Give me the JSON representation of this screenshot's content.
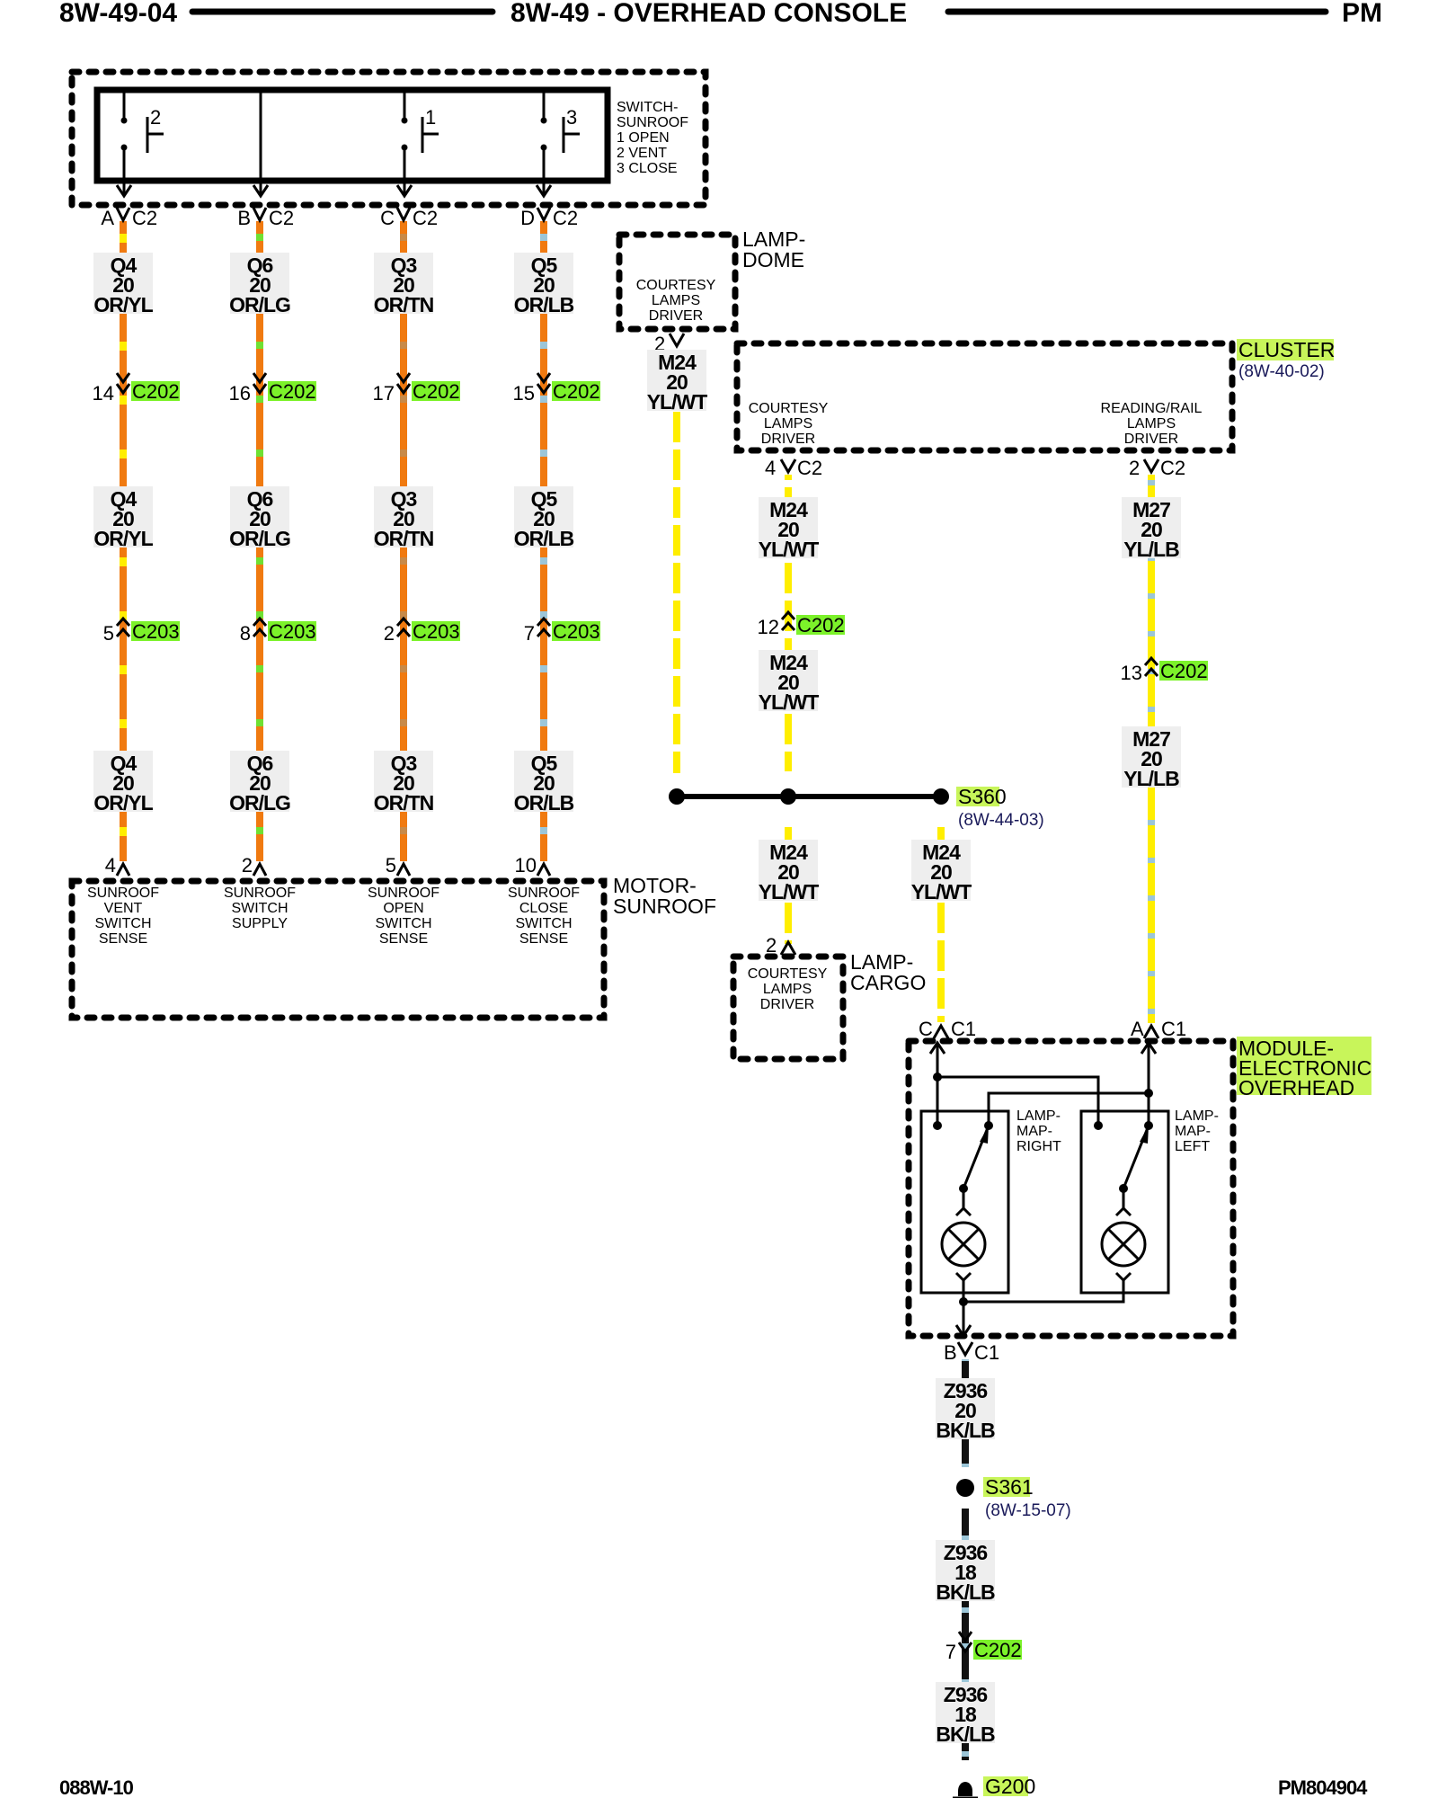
{
  "header": {
    "left": "8W-49-04",
    "center": "8W-49 - OVERHEAD CONSOLE",
    "right": "PM"
  },
  "footer": {
    "left": "088W-10",
    "right": "PM804904"
  },
  "colors": {
    "connector_highlight": "#7cf22a",
    "splice_highlight": "#c8f55a",
    "ref_text": "#1a1a5a",
    "wire_orange": "#f07a10",
    "wire_yellow": "#ffee00",
    "label_bg": "#eeeeee"
  },
  "switch_sunroof": {
    "name_lines": [
      "SWITCH-",
      "SUNROOF",
      "1 OPEN",
      "2 VENT",
      "3 CLOSE"
    ],
    "contacts": [
      "2",
      "1",
      "3"
    ],
    "pins": [
      {
        "cavity": "A",
        "connector": "C2"
      },
      {
        "cavity": "B",
        "connector": "C2"
      },
      {
        "cavity": "C",
        "connector": "C2"
      },
      {
        "cavity": "D",
        "connector": "C2"
      }
    ]
  },
  "sunroof_circuits": [
    {
      "circuit": "Q4",
      "gauge": "20",
      "color": "OR/YL",
      "c202_pin": "14",
      "c203_pin": "5",
      "motor_pin": "4",
      "motor_func": [
        "SUNROOF",
        "VENT",
        "SWITCH",
        "SENSE"
      ]
    },
    {
      "circuit": "Q6",
      "gauge": "20",
      "color": "OR/LG",
      "c202_pin": "16",
      "c203_pin": "8",
      "motor_pin": "2",
      "motor_func": [
        "SUNROOF",
        "SWITCH",
        "SUPPLY"
      ]
    },
    {
      "circuit": "Q3",
      "gauge": "20",
      "color": "OR/TN",
      "c202_pin": "17",
      "c203_pin": "2",
      "motor_pin": "5",
      "motor_func": [
        "SUNROOF",
        "OPEN",
        "SWITCH",
        "SENSE"
      ]
    },
    {
      "circuit": "Q5",
      "gauge": "20",
      "color": "OR/LB",
      "c202_pin": "15",
      "c203_pin": "7",
      "motor_pin": "10",
      "motor_func": [
        "SUNROOF",
        "CLOSE",
        "SWITCH",
        "SENSE"
      ]
    }
  ],
  "connectors": {
    "c202": "C202",
    "c203": "C203",
    "c2": "C2",
    "c1": "C1"
  },
  "motor_sunroof": {
    "name_lines": [
      "MOTOR-",
      "SUNROOF"
    ]
  },
  "lamp_dome": {
    "name_lines": [
      "LAMP-",
      "DOME"
    ],
    "func": [
      "COURTESY",
      "LAMPS",
      "DRIVER"
    ],
    "pin": "2",
    "wire": {
      "circuit": "M24",
      "gauge": "20",
      "color": "YL/WT"
    }
  },
  "cluster": {
    "name": "CLUSTER",
    "ref": "(8W-40-02)",
    "left_func": [
      "COURTESY",
      "LAMPS",
      "DRIVER"
    ],
    "right_func": [
      "READING/RAIL",
      "LAMPS",
      "DRIVER"
    ],
    "left_pin": "4",
    "right_pin": "2"
  },
  "courtesy_run": {
    "wire1": {
      "circuit": "M24",
      "gauge": "20",
      "color": "YL/WT"
    },
    "c202_pin": "12",
    "wire2": {
      "circuit": "M24",
      "gauge": "20",
      "color": "YL/WT"
    }
  },
  "reading_run": {
    "wire1": {
      "circuit": "M27",
      "gauge": "20",
      "color": "YL/LB"
    },
    "c202_pin": "13",
    "wire2": {
      "circuit": "M27",
      "gauge": "20",
      "color": "YL/LB"
    }
  },
  "s360": {
    "name": "S360",
    "ref": "(8W-44-03)",
    "wire_cargo": {
      "circuit": "M24",
      "gauge": "20",
      "color": "YL/WT"
    },
    "wire_module": {
      "circuit": "M24",
      "gauge": "20",
      "color": "YL/WT"
    }
  },
  "lamp_cargo": {
    "name_lines": [
      "LAMP-",
      "CARGO"
    ],
    "func": [
      "COURTESY",
      "LAMPS",
      "DRIVER"
    ],
    "pin": "2"
  },
  "module_overhead": {
    "name_lines": [
      "MODULE-",
      "ELECTRONIC",
      "OVERHEAD"
    ],
    "pin_c": "C",
    "pin_a": "A",
    "pin_b": "B",
    "lamp_right": [
      "LAMP-",
      "MAP-",
      "RIGHT"
    ],
    "lamp_left": [
      "LAMP-",
      "MAP-",
      "LEFT"
    ]
  },
  "ground_run": {
    "wire1": {
      "circuit": "Z936",
      "gauge": "20",
      "color": "BK/LB"
    },
    "s361": {
      "name": "S361",
      "ref": "(8W-15-07)"
    },
    "wire2": {
      "circuit": "Z936",
      "gauge": "18",
      "color": "BK/LB"
    },
    "c202_pin": "7",
    "wire3": {
      "circuit": "Z936",
      "gauge": "18",
      "color": "BK/LB"
    },
    "ground": "G200"
  }
}
